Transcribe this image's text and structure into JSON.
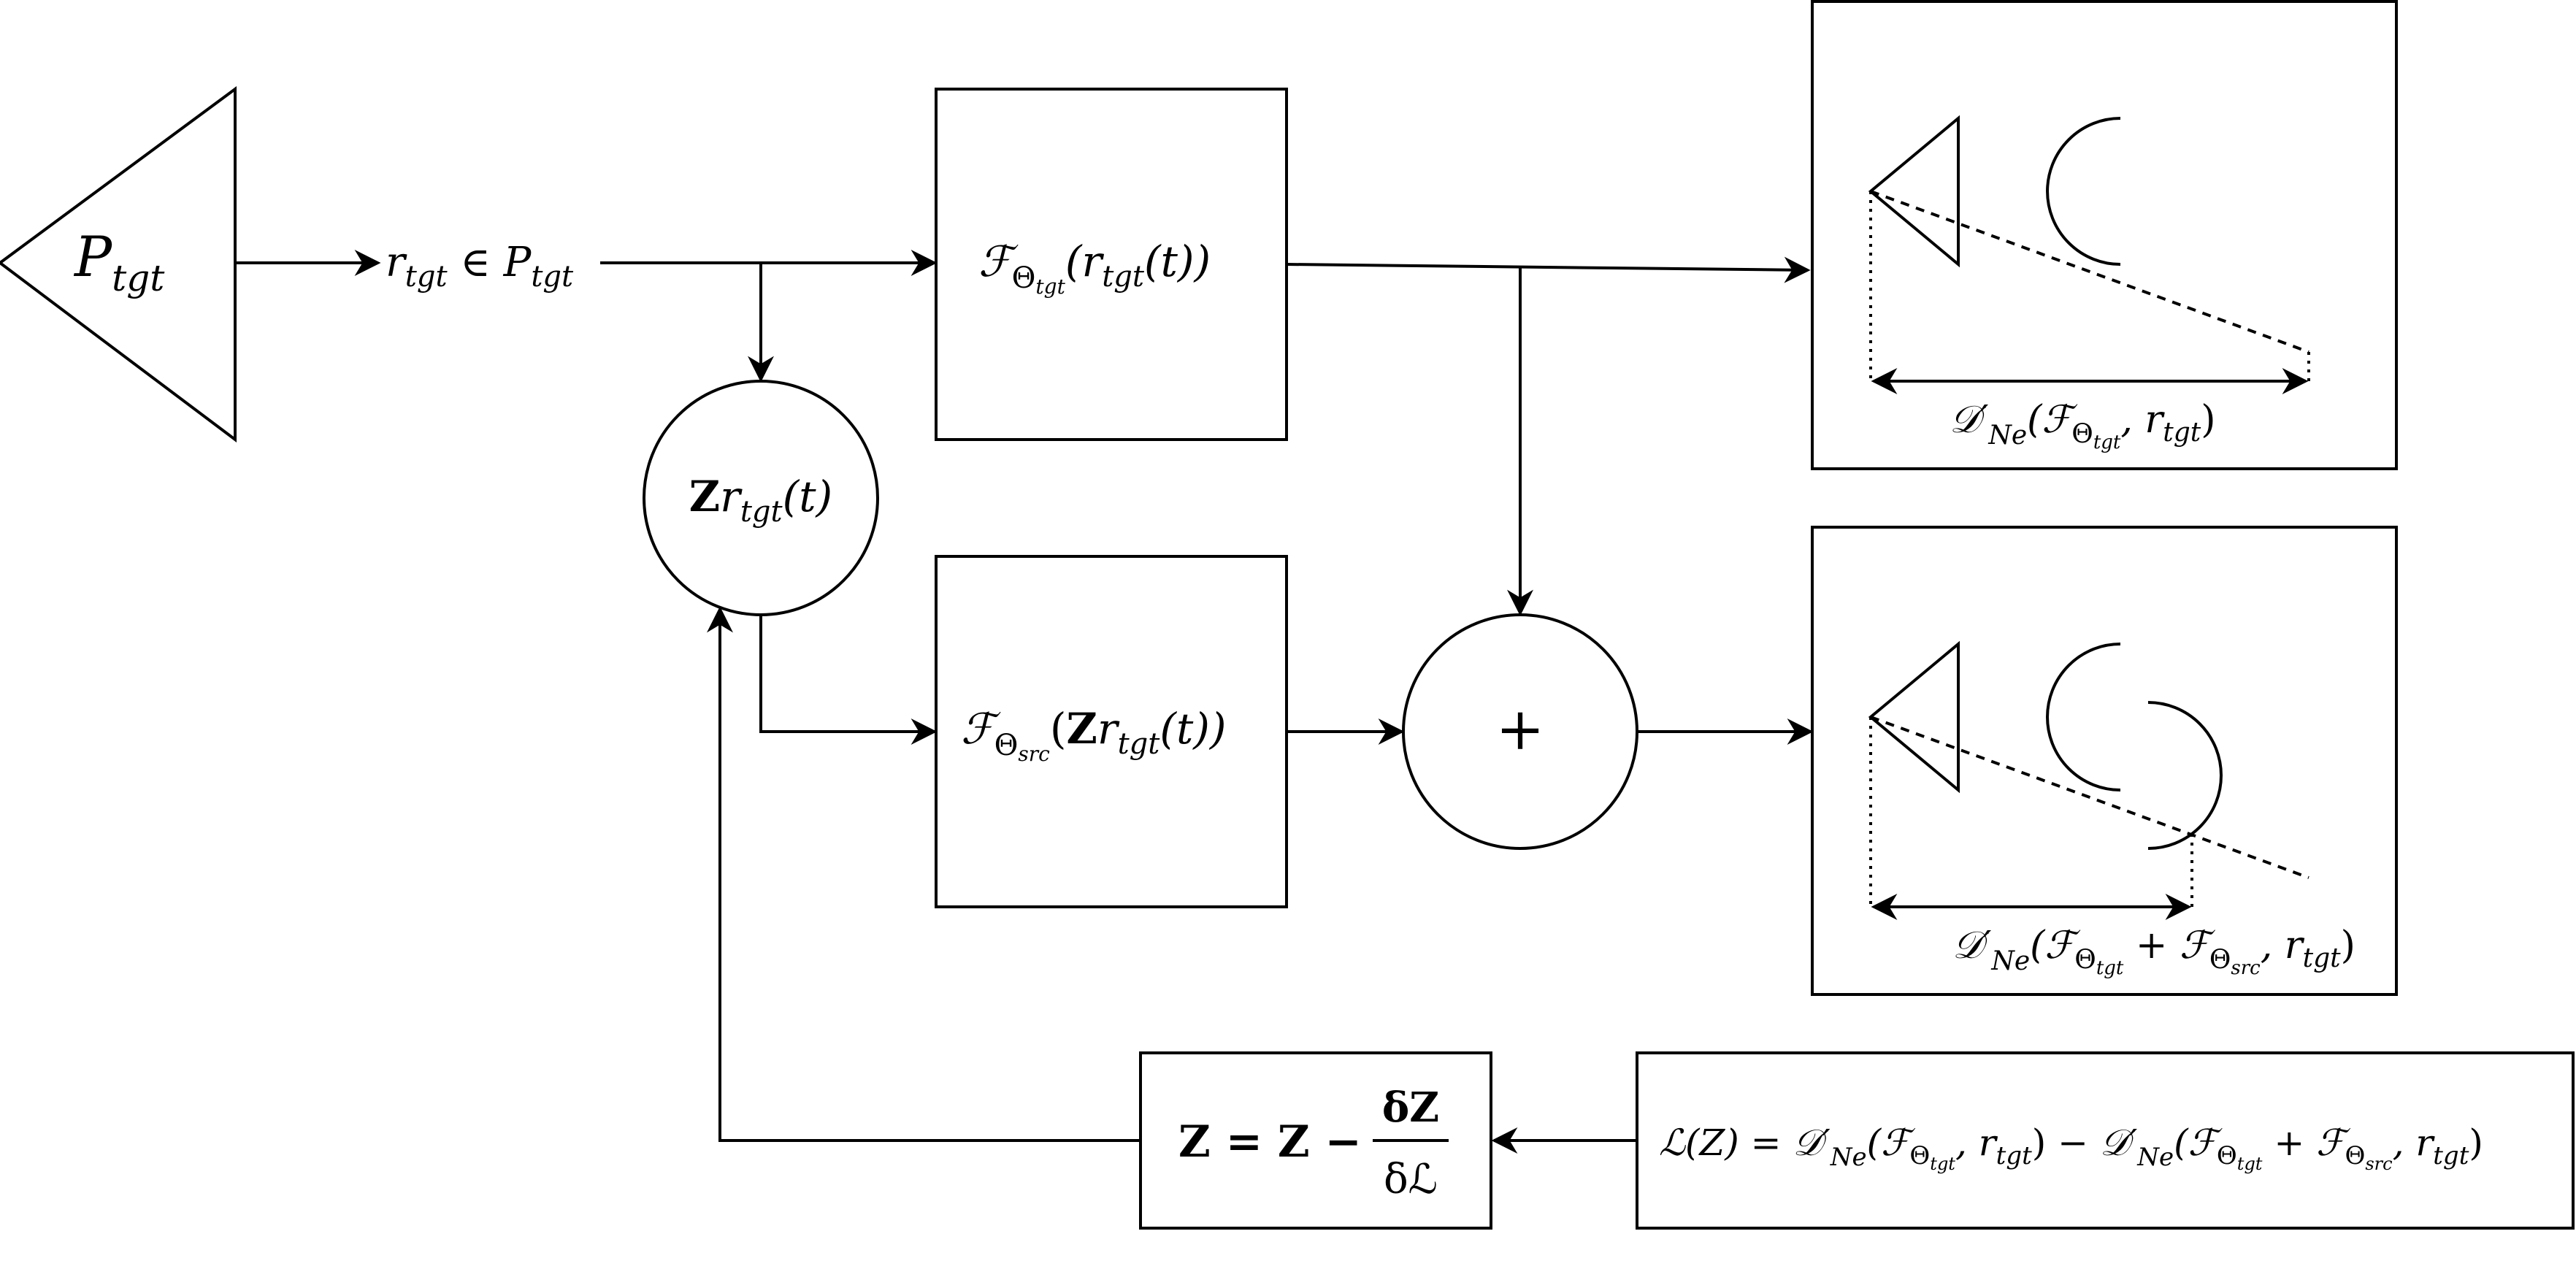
{
  "nodes": {
    "source": {
      "main": "P",
      "sub": "tgt"
    },
    "ray_label": {
      "r": "r",
      "r_sub": "tgt",
      "in": "∈",
      "P": "P",
      "P_sub": "tgt"
    },
    "f_tgt_box": {
      "F": "ℱ",
      "theta": "Θ",
      "theta_sub": "tgt",
      "arg": "(r",
      "arg_sub": "tgt",
      "tail": "(t))"
    },
    "z_circle": {
      "Z": "Z",
      "r": "r",
      "r_sub": "tgt",
      "tail": "(t)"
    },
    "f_src_box": {
      "F": "ℱ",
      "theta": "Θ",
      "theta_sub": "src",
      "arg_open": "(",
      "Z": "Z",
      "r": "r",
      "r_sub": "tgt",
      "tail": "(t))"
    },
    "plus": {
      "symbol": "+"
    },
    "update_box": {
      "lhs": "Z = Z −",
      "num": "δZ",
      "den": "δℒ"
    },
    "loss_box": {
      "L": "ℒ(Z) = ",
      "D1": "𝒟′",
      "D1_sub": "Ne",
      "D1_args": "(ℱ",
      "D1_theta": "Θ",
      "D1_theta_sub": "tgt",
      "D1_r": ", r",
      "D1_r_sub": "tgt",
      "D1_close": ") − ",
      "D2": "𝒟′",
      "D2_sub": "Ne",
      "D2_args": "(ℱ",
      "D2_theta1": "Θ",
      "D2_theta1_sub": "tgt",
      "D2_plus": " + ℱ",
      "D2_theta2": "Θ",
      "D2_theta2_sub": "src",
      "D2_r": ", r",
      "D2_r_sub": "tgt",
      "D2_close": ")"
    },
    "panel_top_label": {
      "D": "𝒟′",
      "D_sub": "Ne",
      "args": "(ℱ",
      "theta": "Θ",
      "theta_sub": "tgt",
      "r": ", r",
      "r_sub": "tgt",
      "close": ")"
    },
    "panel_bottom_label": {
      "D": "𝒟′",
      "D_sub": "Ne",
      "args": "(ℱ",
      "theta1": "Θ",
      "theta1_sub": "tgt",
      "plus": " + ℱ",
      "theta2": "Θ",
      "theta2_sub": "src",
      "r": ", r",
      "r_sub": "tgt",
      "close": ")"
    }
  },
  "colors": {
    "stroke": "#000000",
    "background": "#ffffff"
  }
}
